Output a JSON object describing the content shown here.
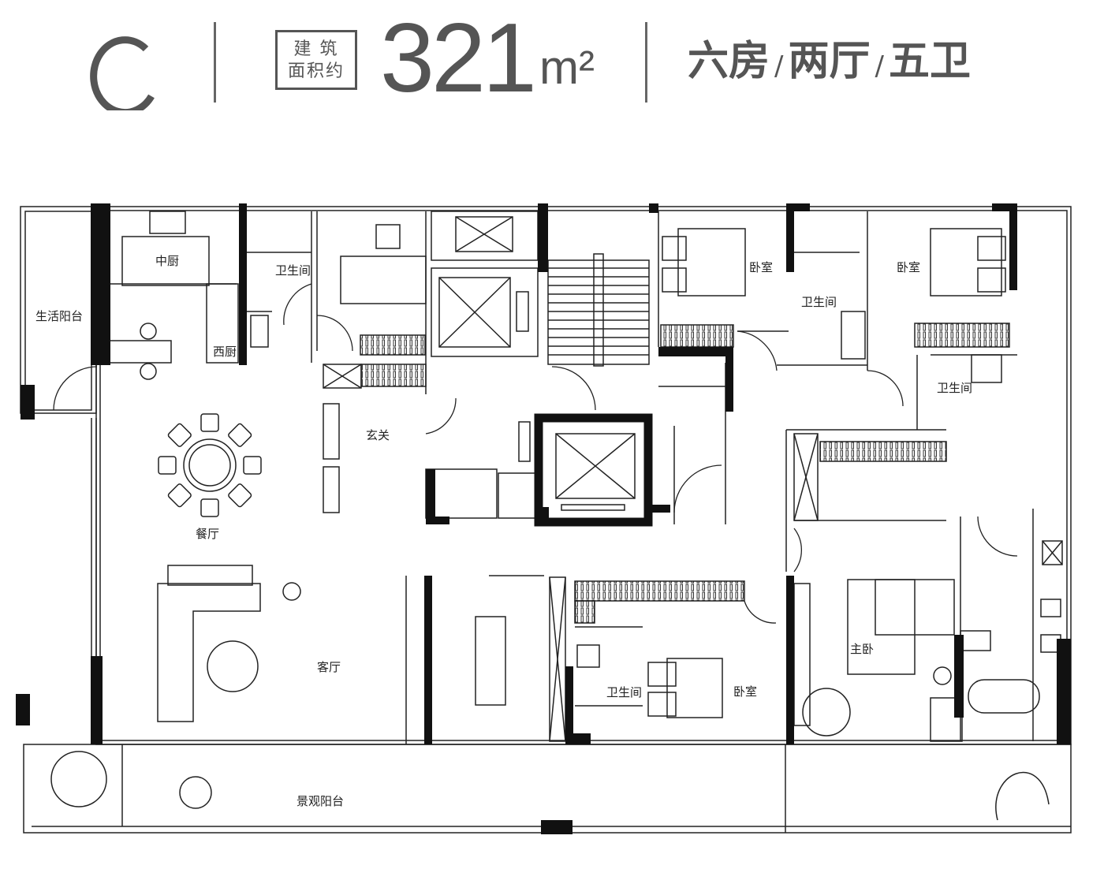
{
  "header": {
    "logo_letter": "C",
    "area_label_line1": "建 筑",
    "area_label_line2": "面积约",
    "area_value": "321",
    "area_unit": "m²",
    "bedrooms": "六房",
    "halls": "两厅",
    "bathrooms": "五卫",
    "separator": "/"
  },
  "rooms": {
    "middle_kitchen": "中厨",
    "bath_1": "卫生间",
    "utility_balcony": "生活阳台",
    "western_kitchen": "西厨",
    "foyer": "玄关",
    "bedroom_1": "卧室",
    "bath_2": "卫生间",
    "bedroom_2": "卧室",
    "bath_3": "卫生间",
    "dining": "餐厅",
    "living": "客厅",
    "bath_4": "卫生间",
    "bedroom_3": "卧室",
    "master_bedroom": "主卧",
    "view_balcony": "景观阳台"
  }
}
